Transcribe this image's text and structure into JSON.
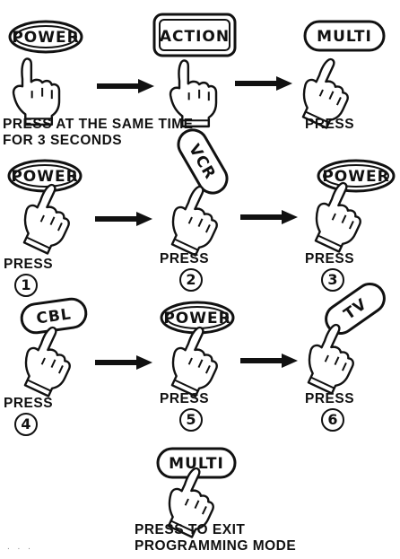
{
  "row1": {
    "buttons": [
      "POWER",
      "ACTION",
      "MULTI"
    ],
    "caption_left_1": "PRESS  AT THE SAME TIME",
    "caption_left_2": "FOR 3 SECONDS",
    "caption_right": "PRESS"
  },
  "row2": {
    "buttons": [
      "POWER",
      "VCR",
      "POWER"
    ],
    "captions": [
      "PRESS",
      "PRESS",
      "PRESS"
    ],
    "steps": [
      "1",
      "2",
      "3"
    ]
  },
  "row3": {
    "buttons": [
      "CBL",
      "POWER",
      "TV"
    ],
    "captions": [
      "PRESS",
      "PRESS",
      "PRESS"
    ],
    "steps": [
      "4",
      "5",
      "6"
    ]
  },
  "row4": {
    "button": "MULTI",
    "caption_1": "PRESS TO EXIT",
    "caption_2": "PROGRAMMING MODE"
  },
  "icons": [
    "hand-pressing-icon",
    "right-arrow-icon"
  ],
  "colors": {
    "ink": "#111111",
    "paper": "#ffffff"
  }
}
